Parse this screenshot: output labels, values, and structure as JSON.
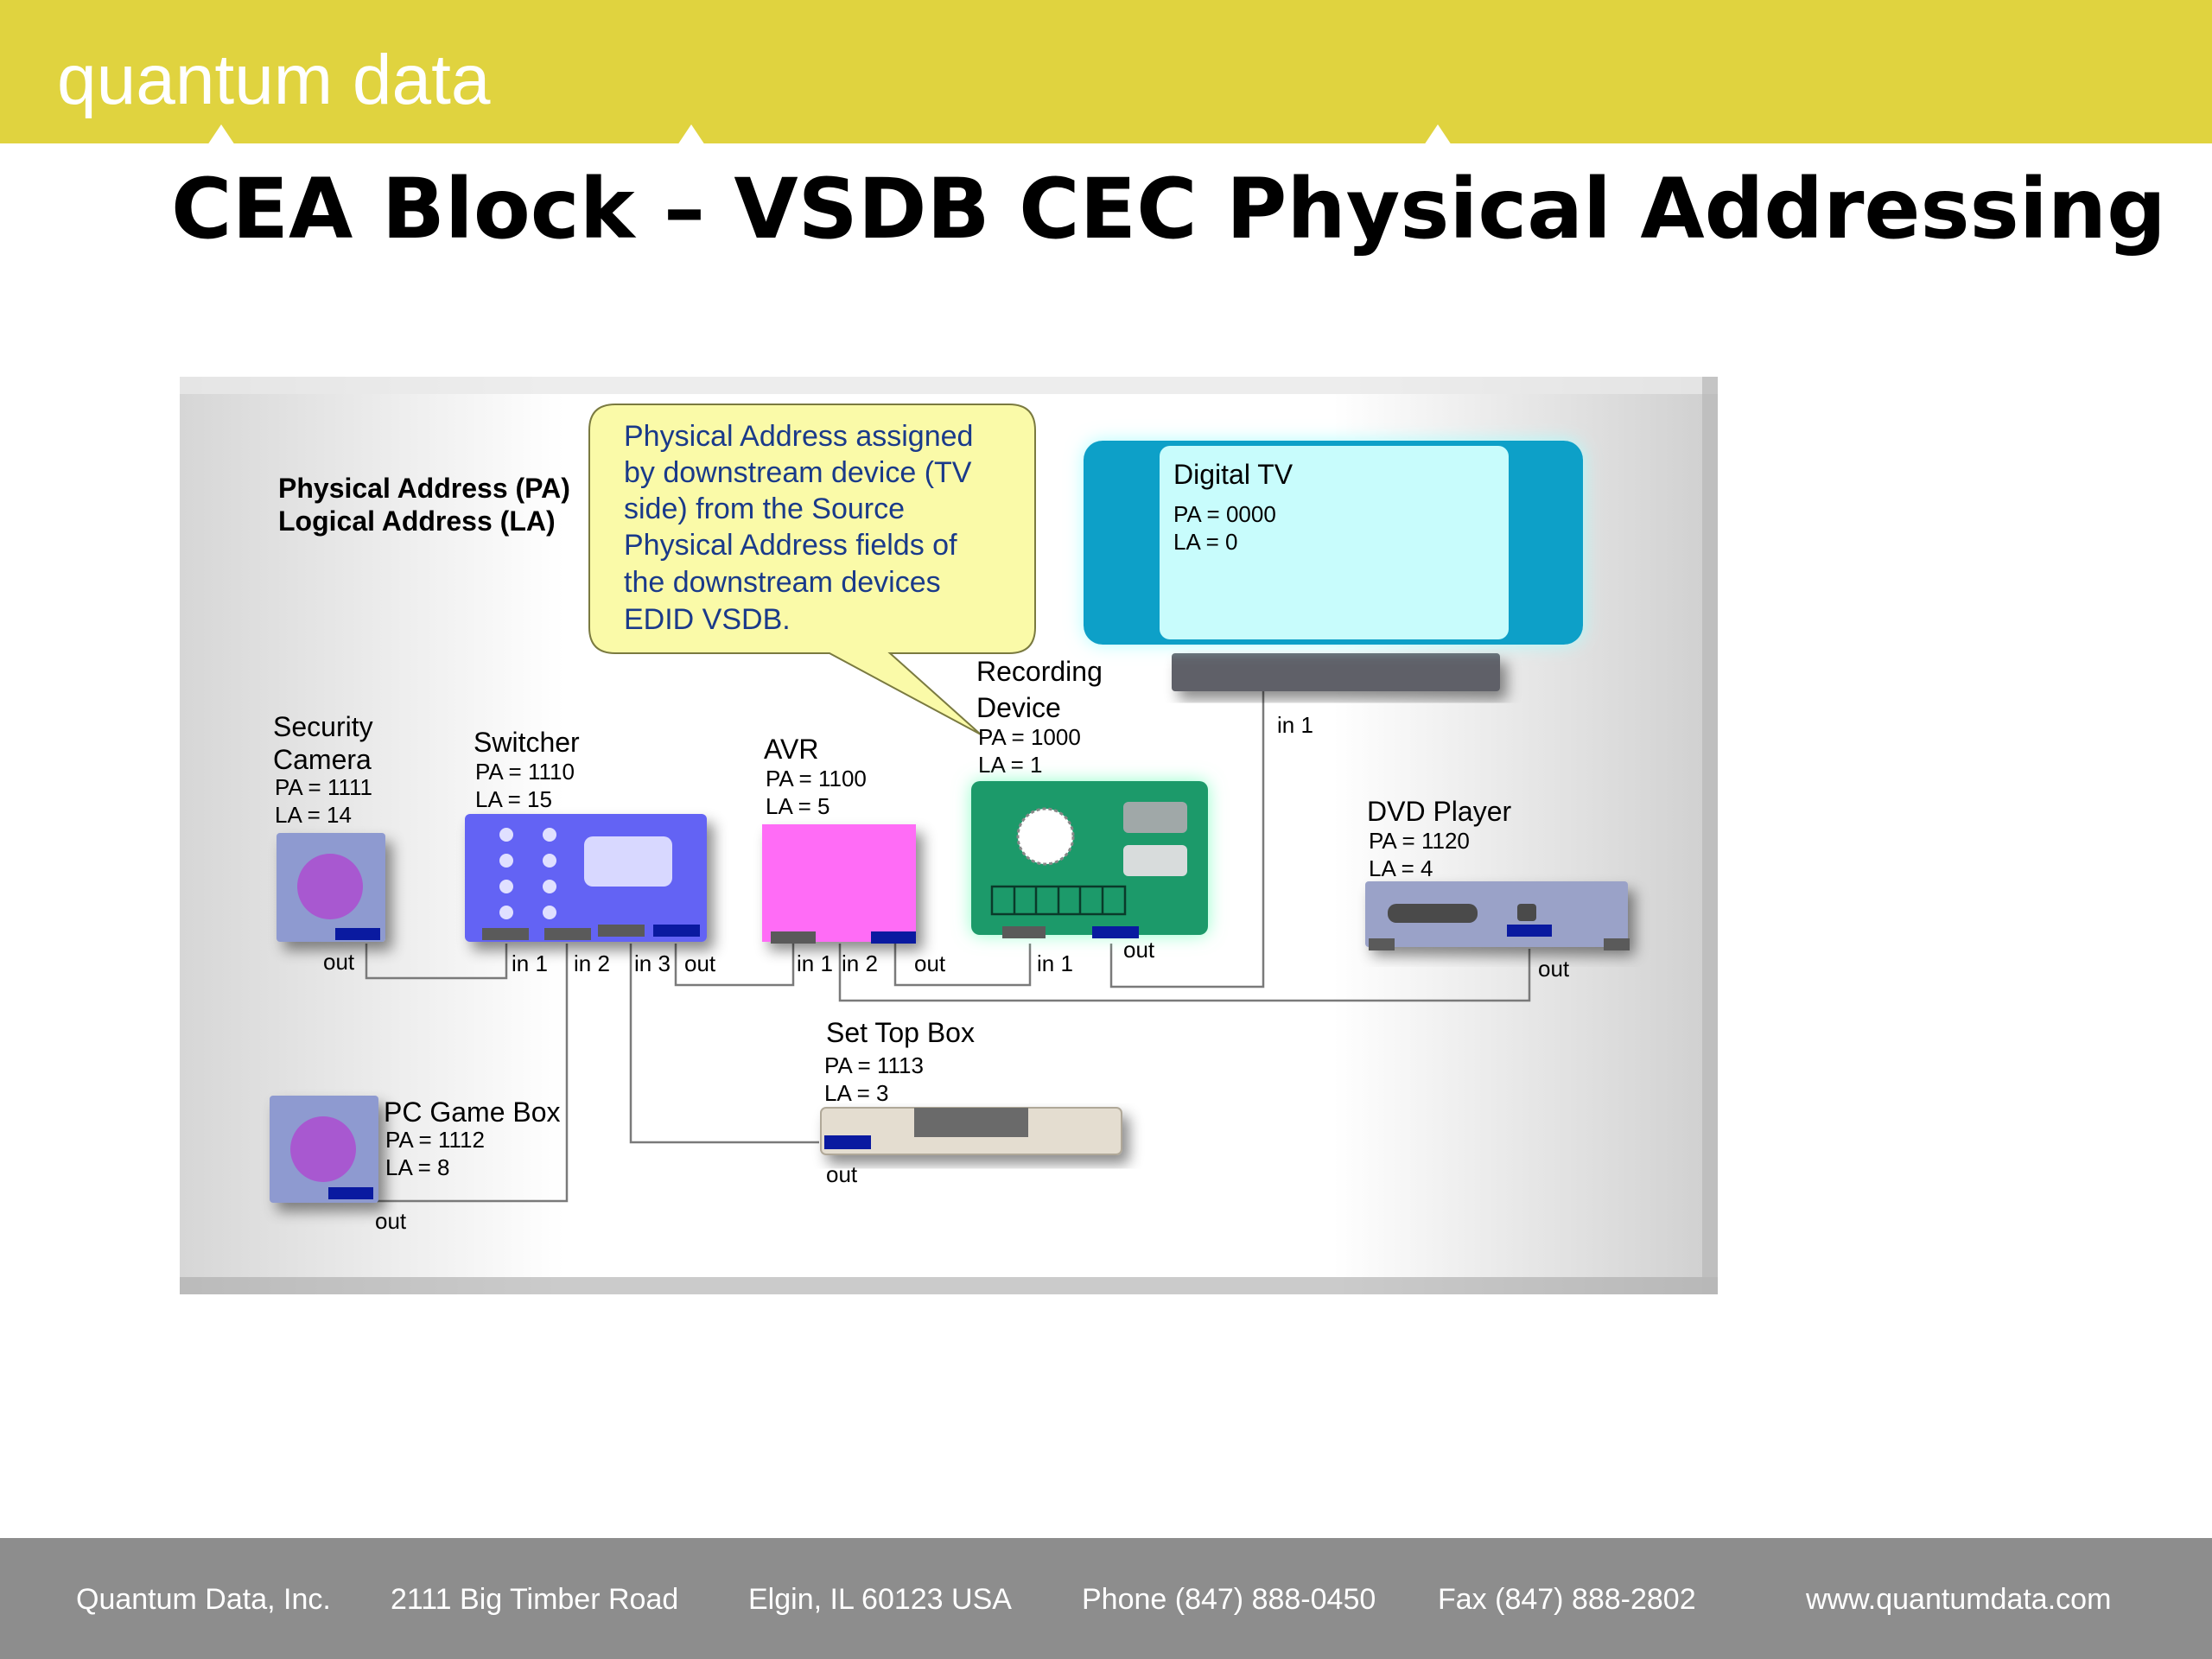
{
  "header": {
    "brand": "quantum data"
  },
  "slide": {
    "title": "CEA Block – VSDB CEC Physical Addressing"
  },
  "legend": {
    "line1": "Physical Address (PA)",
    "line2": "Logical Address (LA)"
  },
  "callout": {
    "lines": [
      "Physical Address assigned",
      "by downstream device (TV",
      "side) from the Source",
      "Physical Address fields of",
      "the  downstream devices",
      "EDID VSDB."
    ]
  },
  "devices": {
    "tv": {
      "name": "Digital TV",
      "pa": "PA = 0000",
      "la": "LA = 0"
    },
    "recorder": {
      "name1": "Recording",
      "name2": "Device",
      "pa": "PA = 1000",
      "la": "LA = 1"
    },
    "avr": {
      "name": "AVR",
      "pa": "PA = 1100",
      "la": "LA = 5"
    },
    "switcher": {
      "name": "Switcher",
      "pa": "PA = 1110",
      "la": "LA = 15"
    },
    "camera": {
      "name1": "Security",
      "name2": "Camera",
      "pa": "PA = 1111",
      "la": "LA = 14"
    },
    "dvd": {
      "name": "DVD Player",
      "pa": "PA = 1120",
      "la": "LA = 4"
    },
    "stb": {
      "name": "Set Top Box",
      "pa": "PA = 1113",
      "la": "LA = 3"
    },
    "pcgame": {
      "name": "PC Game Box",
      "pa": "PA = 1112",
      "la": "LA = 8"
    }
  },
  "ports": {
    "camera_out": "out",
    "sw_in1": "in 1",
    "sw_in2": "in 2",
    "sw_in3": "in 3",
    "sw_out": "out",
    "avr_in1": "in 1",
    "avr_in2": "in 2",
    "avr_out": "out",
    "rec_in1": "in 1",
    "rec_out": "out",
    "tv_in1": "in 1",
    "dvd_out": "out",
    "stb_out": "out",
    "pc_out": "out"
  },
  "footer": {
    "company": "Quantum Data, Inc.",
    "street": "2111 Big Timber Road",
    "city": "Elgin, IL 60123  USA",
    "phone": "Phone (847) 888-0450",
    "fax": "Fax (847) 888-2802",
    "web": "www.quantumdata.com"
  },
  "colors": {
    "header": "#e0d33f",
    "footer": "#8d8d8d",
    "callout": "#fafaa8",
    "callout_text": "#1a3a8a",
    "tv_frame": "#0aa0c8",
    "tv_screen": "#c8fcfc",
    "switcher": "#6464f4",
    "avr": "#ff6cf6",
    "recorder": "#1a9a6a"
  }
}
